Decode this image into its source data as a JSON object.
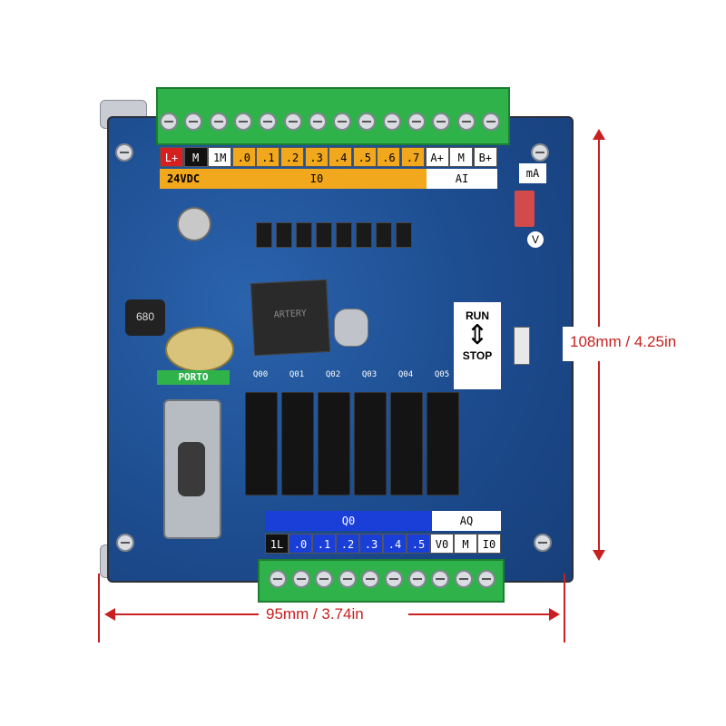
{
  "colors": {
    "board": "#1d4e93",
    "terminal": "#2fb24a",
    "dim": "#c82020",
    "label_orange": "#f2a81d",
    "label_blue": "#1a3fd9"
  },
  "top_labels": {
    "row1": [
      "L+",
      "M",
      "1M",
      ".0",
      ".1",
      ".2",
      ".3",
      ".4",
      ".5",
      ".6",
      ".7",
      "A+",
      "M",
      "B+"
    ],
    "power": "24VDC",
    "io": "I0",
    "ai": "AI"
  },
  "bottom_labels": {
    "q0": "Q0",
    "aq": "AQ",
    "row": [
      "1L",
      ".0",
      ".1",
      ".2",
      ".3",
      ".4",
      ".5",
      "V0",
      "M",
      "I0"
    ]
  },
  "run_stop": {
    "run": "RUN",
    "arrow": "⇕",
    "stop": "STOP"
  },
  "board_text": {
    "porto": "PORTO",
    "ma": "mA",
    "v": "V",
    "cap": "680",
    "chip": "ARTERY"
  },
  "relays": [
    "Q00",
    "Q01",
    "Q02",
    "Q03",
    "Q04",
    "Q05"
  ],
  "dimensions": {
    "height": "108mm / 4.25in",
    "width": "95mm / 3.74in"
  }
}
